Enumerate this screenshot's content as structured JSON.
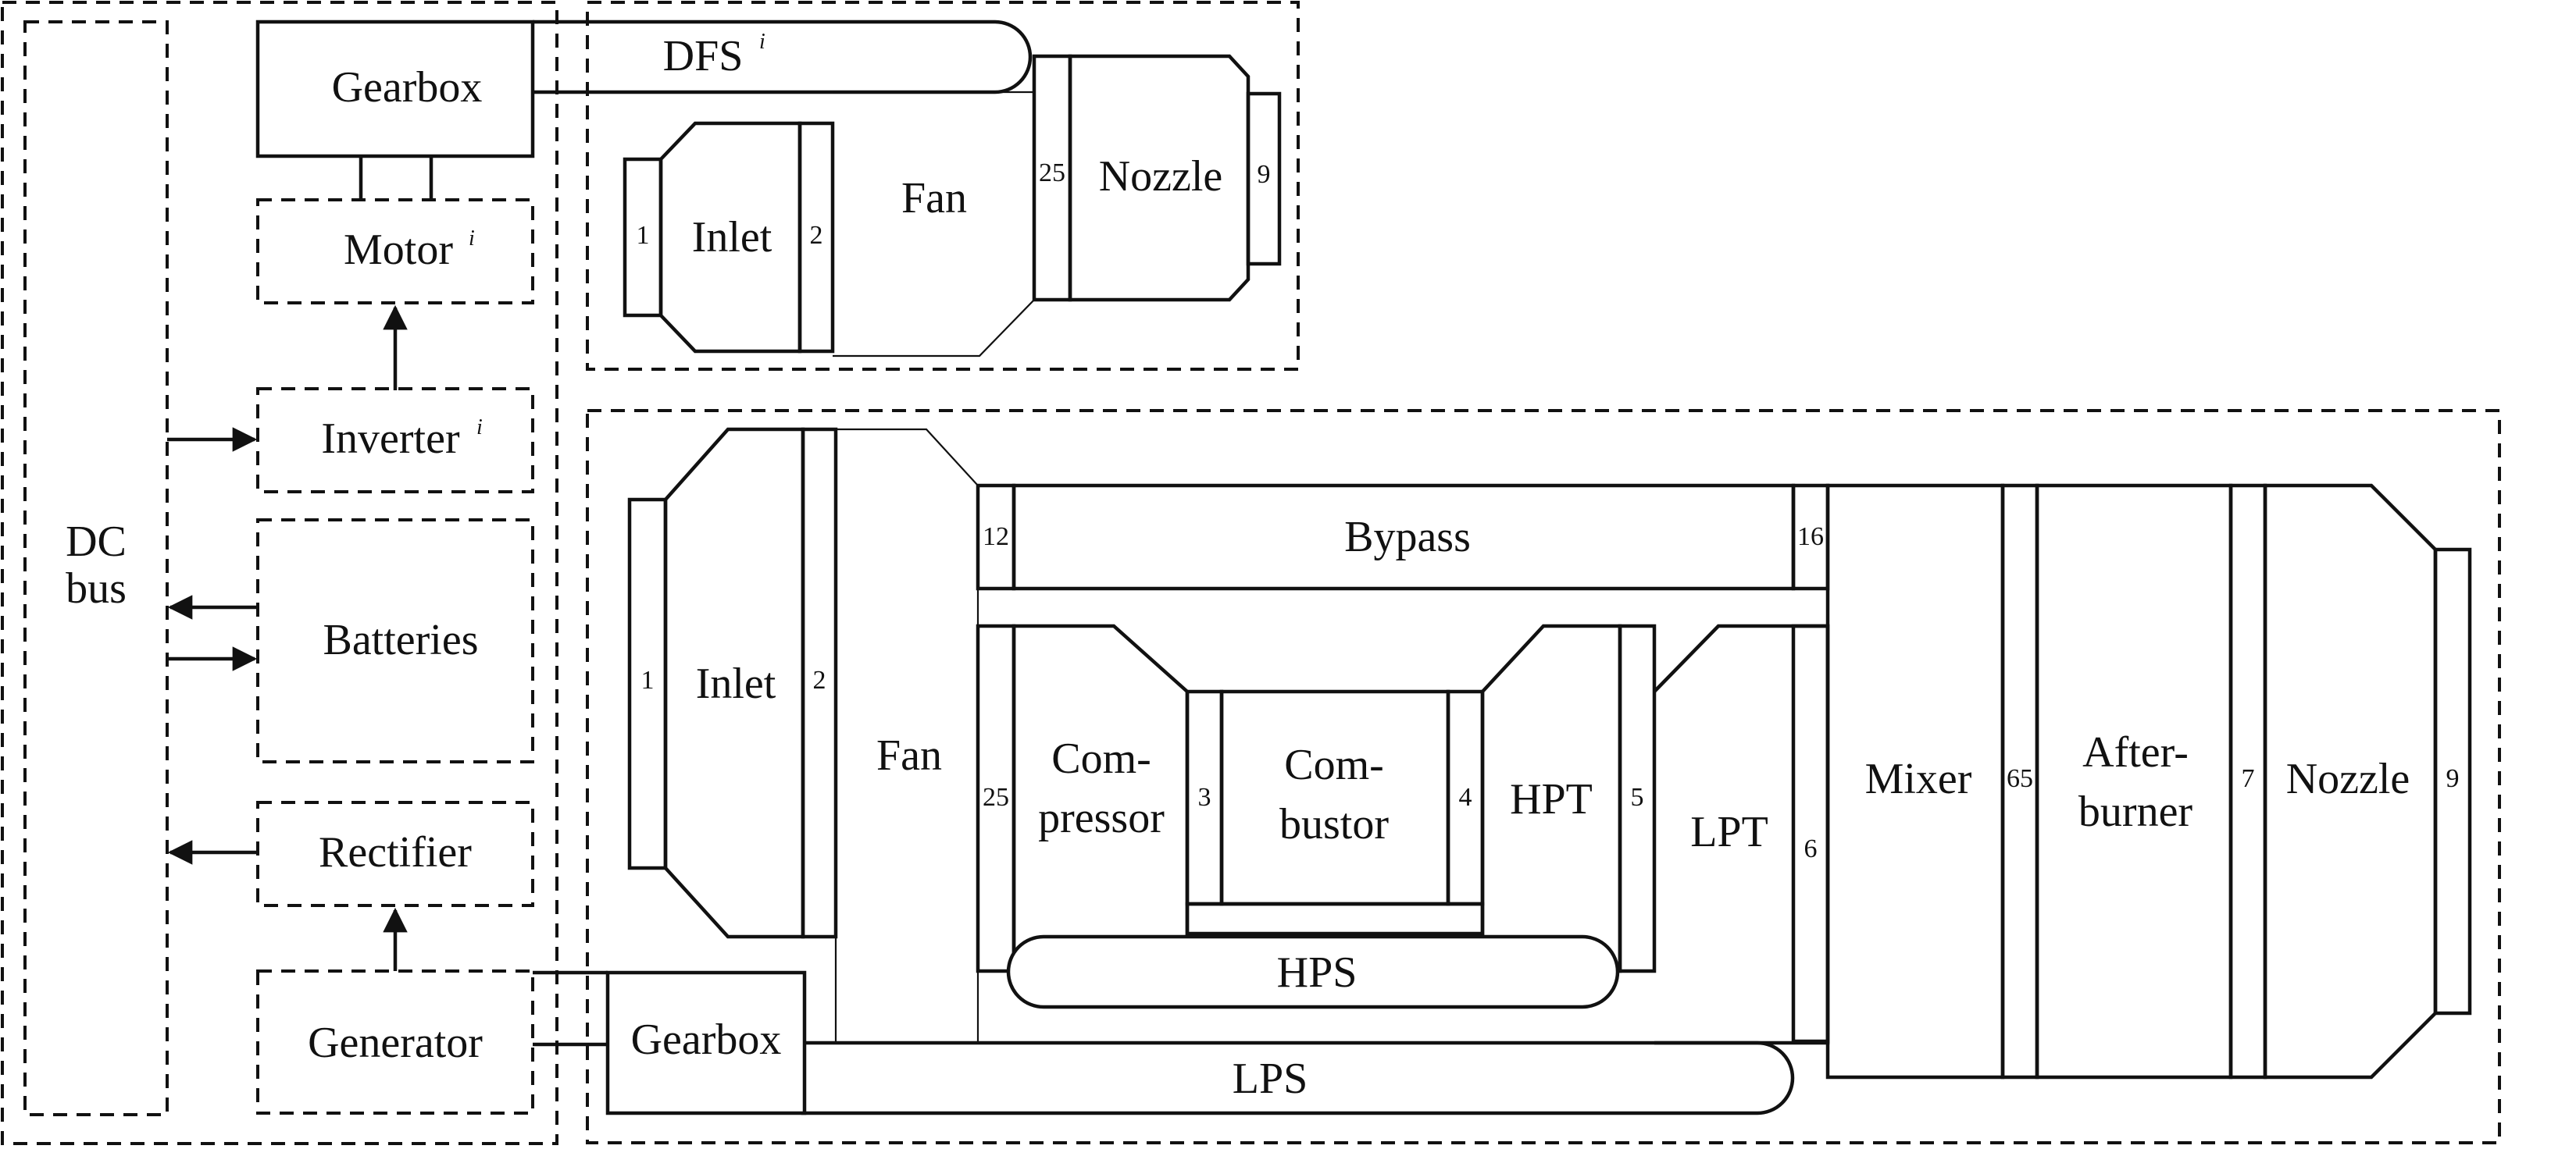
{
  "dc_bus": {
    "line1": "DC",
    "line2": "bus"
  },
  "electrical": {
    "gearbox": "Gearbox",
    "motor": "Motor",
    "motor_sup": "i",
    "inverter": "Inverter",
    "inverter_sup": "i",
    "batteries": "Batteries",
    "rectifier": "Rectifier",
    "generator": "Generator"
  },
  "propulsor": {
    "dfs": "DFS",
    "dfs_sup": "i",
    "inlet": "Inlet",
    "fan": "Fan",
    "nozzle": "Nozzle",
    "stations": [
      "1",
      "2",
      "25",
      "9"
    ]
  },
  "engine": {
    "inlet": "Inlet",
    "fan": "Fan",
    "bypass": "Bypass",
    "compressor_1": "Com-",
    "compressor_2": "pressor",
    "combustor_1": "Com-",
    "combustor_2": "bustor",
    "hpt": "HPT",
    "lpt": "LPT",
    "mixer": "Mixer",
    "afterburner_1": "After-",
    "afterburner_2": "burner",
    "nozzle": "Nozzle",
    "hps": "HPS",
    "lps": "LPS",
    "gearbox": "Gearbox",
    "stations": [
      "1",
      "2",
      "12",
      "16",
      "25",
      "3",
      "4",
      "5",
      "6",
      "65",
      "7",
      "9"
    ]
  },
  "colors": {
    "stroke": "#111111",
    "background": "#ffffff"
  }
}
